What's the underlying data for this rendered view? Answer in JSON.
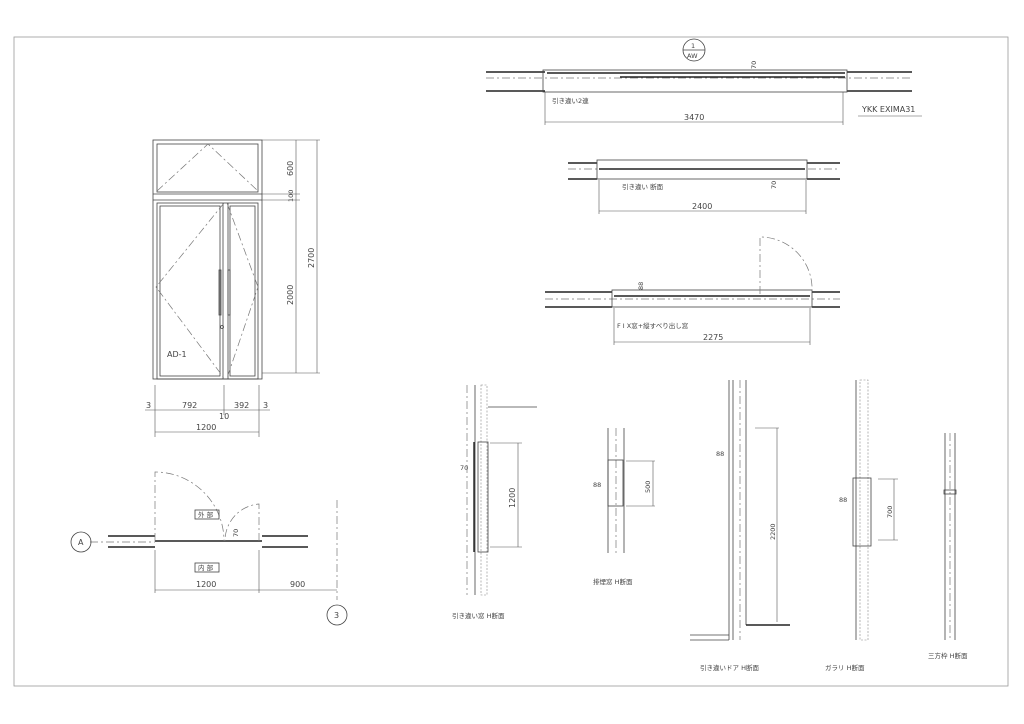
{
  "elevation": {
    "tag": "AD-1",
    "dims_vertical": [
      "600",
      "100",
      "2000",
      "2700"
    ],
    "dims_horizontal": [
      "3",
      "792",
      "392",
      "3",
      "10",
      "1200"
    ]
  },
  "plan_door": {
    "grid_a": "A",
    "grid_3": "3",
    "exterior_label": "外 部",
    "interior_label": "内 部",
    "dim_70": "70",
    "dim_width": "1200",
    "dim_offset": "900"
  },
  "plan_top": {
    "section_mark_top": "1",
    "section_mark_bottom": "AW",
    "dim_70": "70",
    "label": "引き違い2連",
    "dim_width": "3470",
    "maker": "YKK EXIMA31"
  },
  "plan_mid": {
    "label": "引き違い 断面",
    "dim_70": "70",
    "dim_width": "2400"
  },
  "plan_fix": {
    "dim_88": "88",
    "label": "F I X窓+縦すべり出し窓",
    "dim_width": "2275"
  },
  "sections": [
    {
      "label": "引き違い窓 H断面",
      "dim_depth": "70",
      "dim_height": "1200"
    },
    {
      "label": "排煙窓 H断面",
      "dim_depth": "88",
      "dim_height": "500"
    },
    {
      "label": "引き違いドア H断面",
      "dim_depth": "88",
      "dim_height": "2200"
    },
    {
      "label": "ガラリ H断面",
      "dim_depth": "88",
      "dim_height": "700"
    },
    {
      "label": "三方枠 H断面"
    }
  ]
}
